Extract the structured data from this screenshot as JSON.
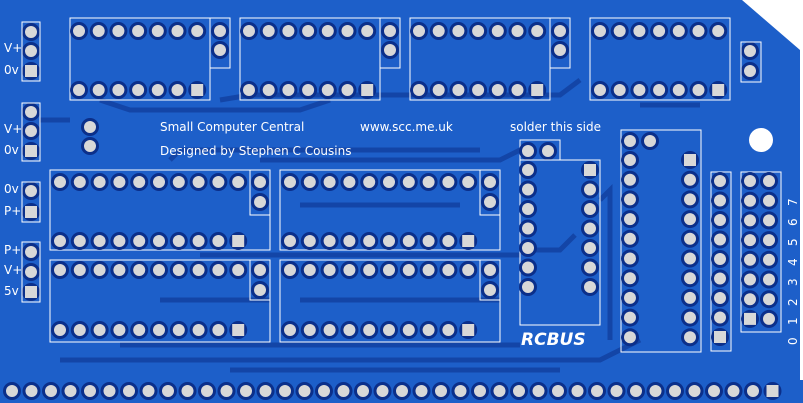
{
  "board": {
    "title": "Small Computer Central",
    "url": "www.scc.me.uk",
    "designer": "Designed by Stephen C Cousins",
    "note": "solder this side",
    "logo": "RCBUS",
    "left_labels": [
      "V+",
      "0v",
      "V+",
      "0v",
      "0v",
      "P+",
      "P+",
      "V+",
      "5v"
    ],
    "header_labels": [
      "7",
      "6",
      "5",
      "4",
      "3",
      "2",
      "1",
      "0"
    ],
    "colors": {
      "board": "#1d5fc9",
      "copper": "#0b2f8a",
      "silk": "#ffffff",
      "pad": "#d8d8d8"
    }
  }
}
